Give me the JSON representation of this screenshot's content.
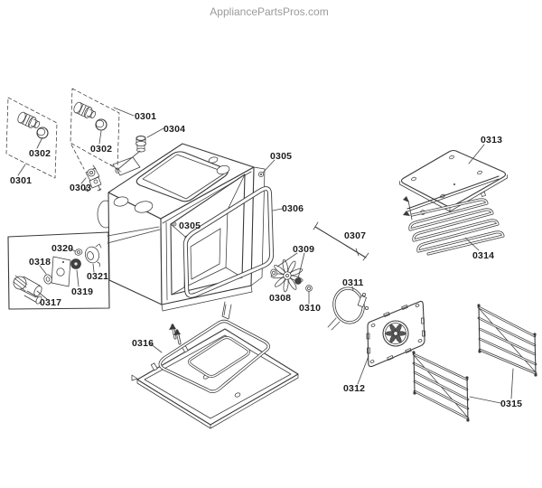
{
  "watermark": "AppliancePartsPros.com",
  "colors": {
    "background": "#ffffff",
    "line": "#3a3a3a",
    "label": "#1c1c1c",
    "watermark": "#9b9b9b"
  },
  "diagram": {
    "labels": [
      {
        "text": "0301"
      },
      {
        "text": "0302"
      },
      {
        "text": "0304"
      },
      {
        "text": "0302"
      },
      {
        "text": "0301"
      },
      {
        "text": "0303"
      },
      {
        "text": "0305"
      },
      {
        "text": "0306"
      },
      {
        "text": "0305"
      },
      {
        "text": "0320"
      },
      {
        "text": "0309"
      },
      {
        "text": "0318"
      },
      {
        "text": "0307"
      },
      {
        "text": "0311"
      },
      {
        "text": "0321"
      },
      {
        "text": "0319"
      },
      {
        "text": "0308"
      },
      {
        "text": "0310"
      },
      {
        "text": "0317"
      },
      {
        "text": "0313"
      },
      {
        "text": "0314"
      },
      {
        "text": "0316"
      },
      {
        "text": "0312"
      },
      {
        "text": "0315"
      }
    ]
  }
}
